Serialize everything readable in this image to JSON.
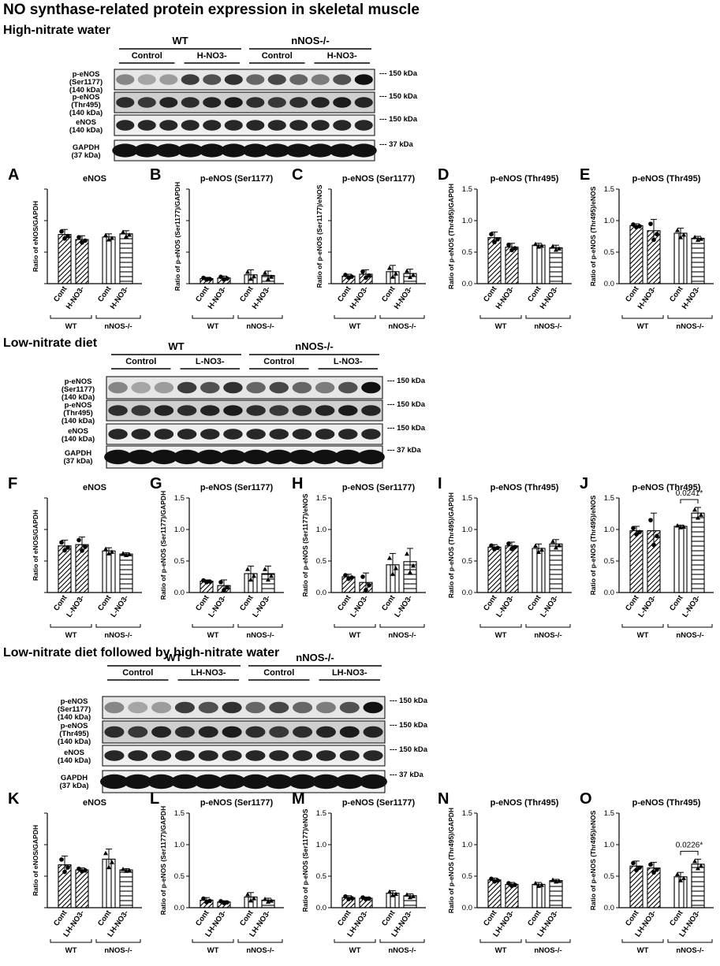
{
  "title": "NO synthase-related protein expression in skeletal muscle",
  "sections": [
    {
      "heading": "High-nitrate water",
      "groups": [
        "WT",
        "nNOS-/-"
      ],
      "conditions": [
        "Control",
        "H-NO3-",
        "Control",
        "H-NO3-"
      ],
      "rows": [
        {
          "label": "p-eNOS (Ser1177) (140 kDa)",
          "kda": "--- 150 kDa"
        },
        {
          "label": "p-eNOS (Thr495) (140 kDa)",
          "kda": "--- 150 kDa"
        },
        {
          "label": "eNOS (140 kDa)",
          "kda": "--- 150 kDa"
        },
        {
          "label": "GAPDH (37 kDa)",
          "kda": "--- 37 kDa"
        }
      ]
    },
    {
      "heading": "Low-nitrate diet",
      "groups": [
        "WT",
        "nNOS-/-"
      ],
      "conditions": [
        "Control",
        "L-NO3-",
        "Control",
        "L-NO3-"
      ],
      "rows": [
        {
          "label": "p-eNOS (Ser1177) (140 kDa)",
          "kda": "--- 150 kDa"
        },
        {
          "label": "p-eNOS (Thr495) (140 kDa)",
          "kda": "--- 150 kDa"
        },
        {
          "label": "eNOS (140 kDa)",
          "kda": "--- 150 kDa"
        },
        {
          "label": "GAPDH (37 kDa)",
          "kda": "--- 37 kDa"
        }
      ]
    },
    {
      "heading": "Low-nitrate diet followed by high-nitrate water",
      "groups": [
        "WT",
        "nNOS-/-"
      ],
      "conditions": [
        "Control",
        "LH-NO3-",
        "Control",
        "LH-NO3-"
      ],
      "rows": [
        {
          "label": "p-eNOS (Ser1177) (140 kDa)",
          "kda": "--- 150 kDa"
        },
        {
          "label": "p-eNOS (Thr495) (140 kDa)",
          "kda": "--- 150 kDa"
        },
        {
          "label": "eNOS (140 kDa)",
          "kda": "--- 150 kDa"
        },
        {
          "label": "GAPDH (37 kDa)",
          "kda": "--- 37 kDa"
        }
      ]
    }
  ],
  "chart_data": [
    {
      "letter": "A",
      "type": "bar",
      "title": "eNOS",
      "ylabel": "Ratio of eNOS/GAPDH",
      "treat": "H-NO3-",
      "values": [
        0.78,
        0.7,
        0.74,
        0.79
      ],
      "errors": [
        0.08,
        0.06,
        0.05,
        0.05
      ],
      "ylim": [
        0,
        1.5
      ],
      "ticks": []
    },
    {
      "letter": "B",
      "type": "bar",
      "title": "p-eNOS (Ser1177)",
      "ylabel": "Ratio of p-eNOS (Ser1177)/GAPDH",
      "treat": "H-NO3-",
      "values": [
        0.08,
        0.09,
        0.14,
        0.13
      ],
      "errors": [
        0.02,
        0.03,
        0.08,
        0.07
      ],
      "ylim": [
        0,
        1.5
      ],
      "ticks": []
    },
    {
      "letter": "C",
      "type": "bar",
      "title": "p-eNOS (Ser1177)",
      "ylabel": "Ratio of p-eNOS (Ser1177)/eNOS",
      "treat": "H-NO3-",
      "values": [
        0.12,
        0.15,
        0.19,
        0.16
      ],
      "errors": [
        0.03,
        0.07,
        0.1,
        0.07
      ],
      "ylim": [
        0,
        1.5
      ],
      "ticks": []
    },
    {
      "letter": "D",
      "type": "bar",
      "title": "p-eNOS (Thr495)",
      "ylabel": "Ratio of p-eNOS (Thr495)/GAPDH",
      "treat": "H-NO3-",
      "values": [
        0.73,
        0.58,
        0.61,
        0.57
      ],
      "errors": [
        0.09,
        0.06,
        0.03,
        0.04
      ],
      "ylim": [
        0,
        1.5
      ],
      "ticks": [
        "0.0",
        "0.5",
        "1.0",
        "1.5"
      ]
    },
    {
      "letter": "E",
      "type": "bar",
      "title": "p-eNOS (Thr495)",
      "ylabel": "Ratio of p-eNOS (Thr495)/eNOS",
      "treat": "H-NO3-",
      "values": [
        0.92,
        0.84,
        0.8,
        0.72
      ],
      "errors": [
        0.03,
        0.18,
        0.08,
        0.03
      ],
      "ylim": [
        0,
        1.5
      ],
      "ticks": [
        "0.0",
        "0.5",
        "1.0",
        "1.5"
      ]
    },
    {
      "letter": "F",
      "type": "bar",
      "title": "eNOS",
      "ylabel": "Ratio of eNOS/GAPDH",
      "treat": "L-NO3-",
      "values": [
        0.74,
        0.76,
        0.66,
        0.61
      ],
      "errors": [
        0.09,
        0.12,
        0.05,
        0.02
      ],
      "ylim": [
        0,
        1.5
      ],
      "ticks": []
    },
    {
      "letter": "G",
      "type": "bar",
      "title": "p-eNOS (Ser1177)",
      "ylabel": "Ratio of p-eNOS (Ser1177)/GAPDH",
      "treat": "L-NO3-",
      "values": [
        0.18,
        0.11,
        0.3,
        0.3
      ],
      "errors": [
        0.02,
        0.09,
        0.12,
        0.12
      ],
      "ylim": [
        0,
        1.5
      ],
      "ticks": [
        "0.0",
        "0.5",
        "1.0",
        "1.5"
      ]
    },
    {
      "letter": "H",
      "type": "bar",
      "title": "p-eNOS (Ser1177)",
      "ylabel": "Ratio of p-eNOS (Ser1177)/eNOS",
      "treat": "L-NO3-",
      "values": [
        0.25,
        0.16,
        0.44,
        0.49
      ],
      "errors": [
        0.04,
        0.15,
        0.18,
        0.21
      ],
      "ylim": [
        0,
        1.5
      ],
      "ticks": [
        "0.0",
        "0.5",
        "1.0",
        "1.5"
      ]
    },
    {
      "letter": "I",
      "type": "bar",
      "title": "p-eNOS (Thr495)",
      "ylabel": "Ratio of p-eNOS (Thr495)/GAPDH",
      "treat": "L-NO3-",
      "values": [
        0.72,
        0.74,
        0.7,
        0.77
      ],
      "errors": [
        0.04,
        0.06,
        0.07,
        0.07
      ],
      "ylim": [
        0,
        1.5
      ],
      "ticks": [
        "0.0",
        "0.5",
        "1.0",
        "1.5"
      ]
    },
    {
      "letter": "J",
      "type": "bar",
      "title": "p-eNOS (Thr495)",
      "ylabel": "Ratio of p-eNOS (Thr495)/eNOS",
      "treat": "L-NO3-",
      "values": [
        0.98,
        0.98,
        1.05,
        1.26
      ],
      "errors": [
        0.07,
        0.28,
        0.02,
        0.09
      ],
      "ylim": [
        0,
        1.5
      ],
      "ticks": [
        "0.0",
        "0.5",
        "1.0",
        "1.5"
      ],
      "annotation": "0.0241*"
    },
    {
      "letter": "K",
      "type": "bar",
      "title": "eNOS",
      "ylabel": "Ratio of eNOS/GAPDH",
      "treat": "LH-NO3-",
      "values": [
        0.68,
        0.6,
        0.77,
        0.6
      ],
      "errors": [
        0.14,
        0.03,
        0.16,
        0.02
      ],
      "ylim": [
        0,
        1.5
      ],
      "ticks": []
    },
    {
      "letter": "L",
      "type": "bar",
      "title": "p-eNOS (Ser1177)",
      "ylabel": "Ratio of p-eNOS (Ser1177)/GAPDH",
      "treat": "LH-NO3-",
      "values": [
        0.12,
        0.09,
        0.17,
        0.12
      ],
      "errors": [
        0.04,
        0.02,
        0.07,
        0.03
      ],
      "ylim": [
        0,
        1.5
      ],
      "ticks": [
        "0.0",
        "0.5",
        "1.0",
        "1.5"
      ]
    },
    {
      "letter": "M",
      "type": "bar",
      "title": "p-eNOS (Ser1177)",
      "ylabel": "Ratio of p-eNOS (Ser1177)/eNOS",
      "treat": "LH-NO3-",
      "values": [
        0.16,
        0.15,
        0.23,
        0.19
      ],
      "errors": [
        0.03,
        0.02,
        0.04,
        0.03
      ],
      "ylim": [
        0,
        1.5
      ],
      "ticks": [
        "0.0",
        "0.5",
        "1.0",
        "1.5"
      ]
    },
    {
      "letter": "N",
      "type": "bar",
      "title": "p-eNOS (Thr495)",
      "ylabel": "Ratio of p-eNOS (Thr495)/GAPDH",
      "treat": "LH-NO3-",
      "values": [
        0.44,
        0.37,
        0.37,
        0.43
      ],
      "errors": [
        0.03,
        0.03,
        0.03,
        0.02
      ],
      "ylim": [
        0,
        1.5
      ],
      "ticks": [
        "0.0",
        "0.5",
        "1.0",
        "1.5"
      ]
    },
    {
      "letter": "O",
      "type": "bar",
      "title": "p-eNOS (Thr495)",
      "ylabel": "Ratio of p-eNOS (Thr495)/eNOS",
      "treat": "LH-NO3-",
      "values": [
        0.66,
        0.63,
        0.49,
        0.69
      ],
      "errors": [
        0.08,
        0.09,
        0.07,
        0.08
      ],
      "ylim": [
        0,
        1.5
      ],
      "ticks": [
        "0.0",
        "0.5",
        "1.0",
        "1.5"
      ],
      "annotation": "0.0226*"
    }
  ],
  "bar_labels": {
    "cont": "Cont",
    "wt": "WT",
    "knockout": "nNOS-/-"
  }
}
